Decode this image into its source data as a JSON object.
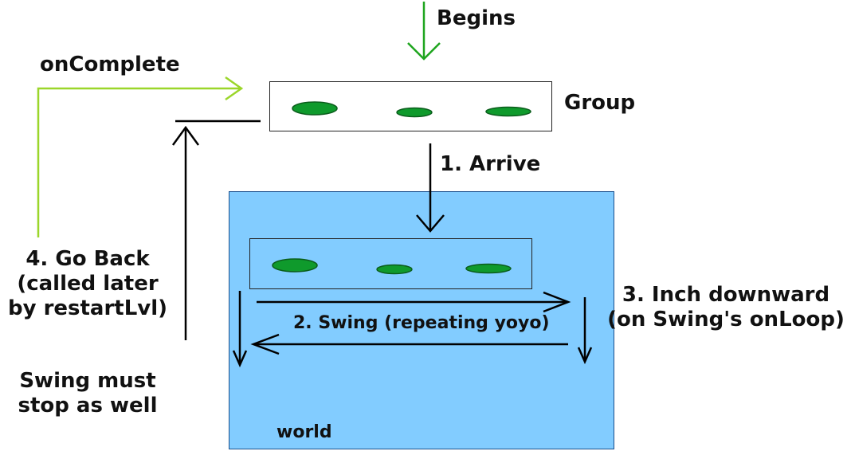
{
  "colors": {
    "world_fill": "#82ccff",
    "sprite_fill": "#0f9a2c",
    "begins_arrow": "#1ea51e",
    "oncomplete_arrow": "#9bd62a",
    "arrow": "#000000"
  },
  "labels": {
    "begins": "Begins",
    "on_complete": "onComplete",
    "group": "Group",
    "arrive": "1. Arrive",
    "swing": "2. Swing (repeating yoyo)",
    "inch_line1": "3. Inch downward",
    "inch_line2": "(on Swing's onLoop)",
    "go_back_line1": "4. Go Back",
    "go_back_line2": "(called later",
    "go_back_line3": "by restartLvl)",
    "stop_line1": "Swing must",
    "stop_line2": "stop as well",
    "world": "world"
  }
}
